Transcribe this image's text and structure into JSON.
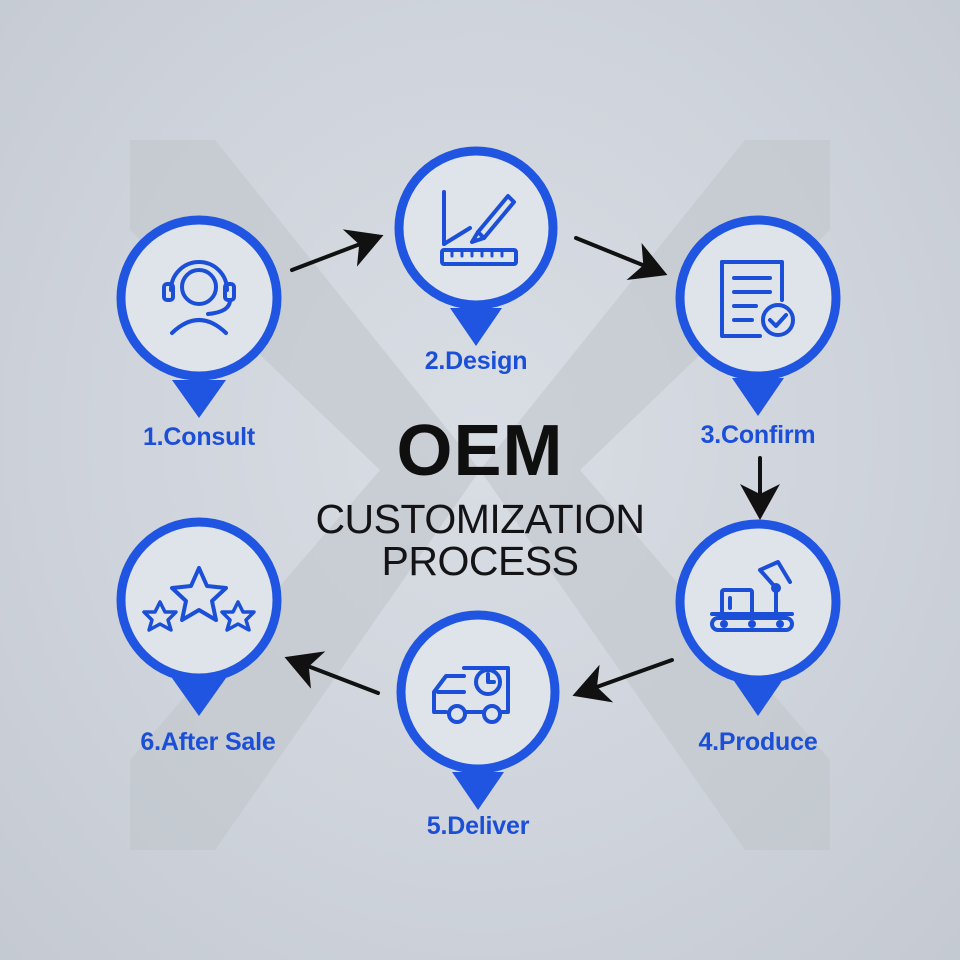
{
  "title": {
    "main": "OEM",
    "line1": "CUSTOMIZATION",
    "line2": "PROCESS"
  },
  "steps": [
    {
      "label": "1.Consult",
      "icon": "headset-support-icon"
    },
    {
      "label": "2.Design",
      "icon": "ruler-pen-design-icon"
    },
    {
      "label": "3.Confirm",
      "icon": "document-check-icon"
    },
    {
      "label": "4.Produce",
      "icon": "robot-arm-factory-icon"
    },
    {
      "label": "5.Deliver",
      "icon": "delivery-truck-clock-icon"
    },
    {
      "label": "6.After Sale",
      "icon": "stars-rating-icon"
    }
  ],
  "colors": {
    "accent": "#1b4fd8",
    "ring": "#1f55e0",
    "pin_fill": "#dfe3ea",
    "arrow": "#111111",
    "title": "#0f0f10",
    "watermark": "#c2c6cd"
  }
}
